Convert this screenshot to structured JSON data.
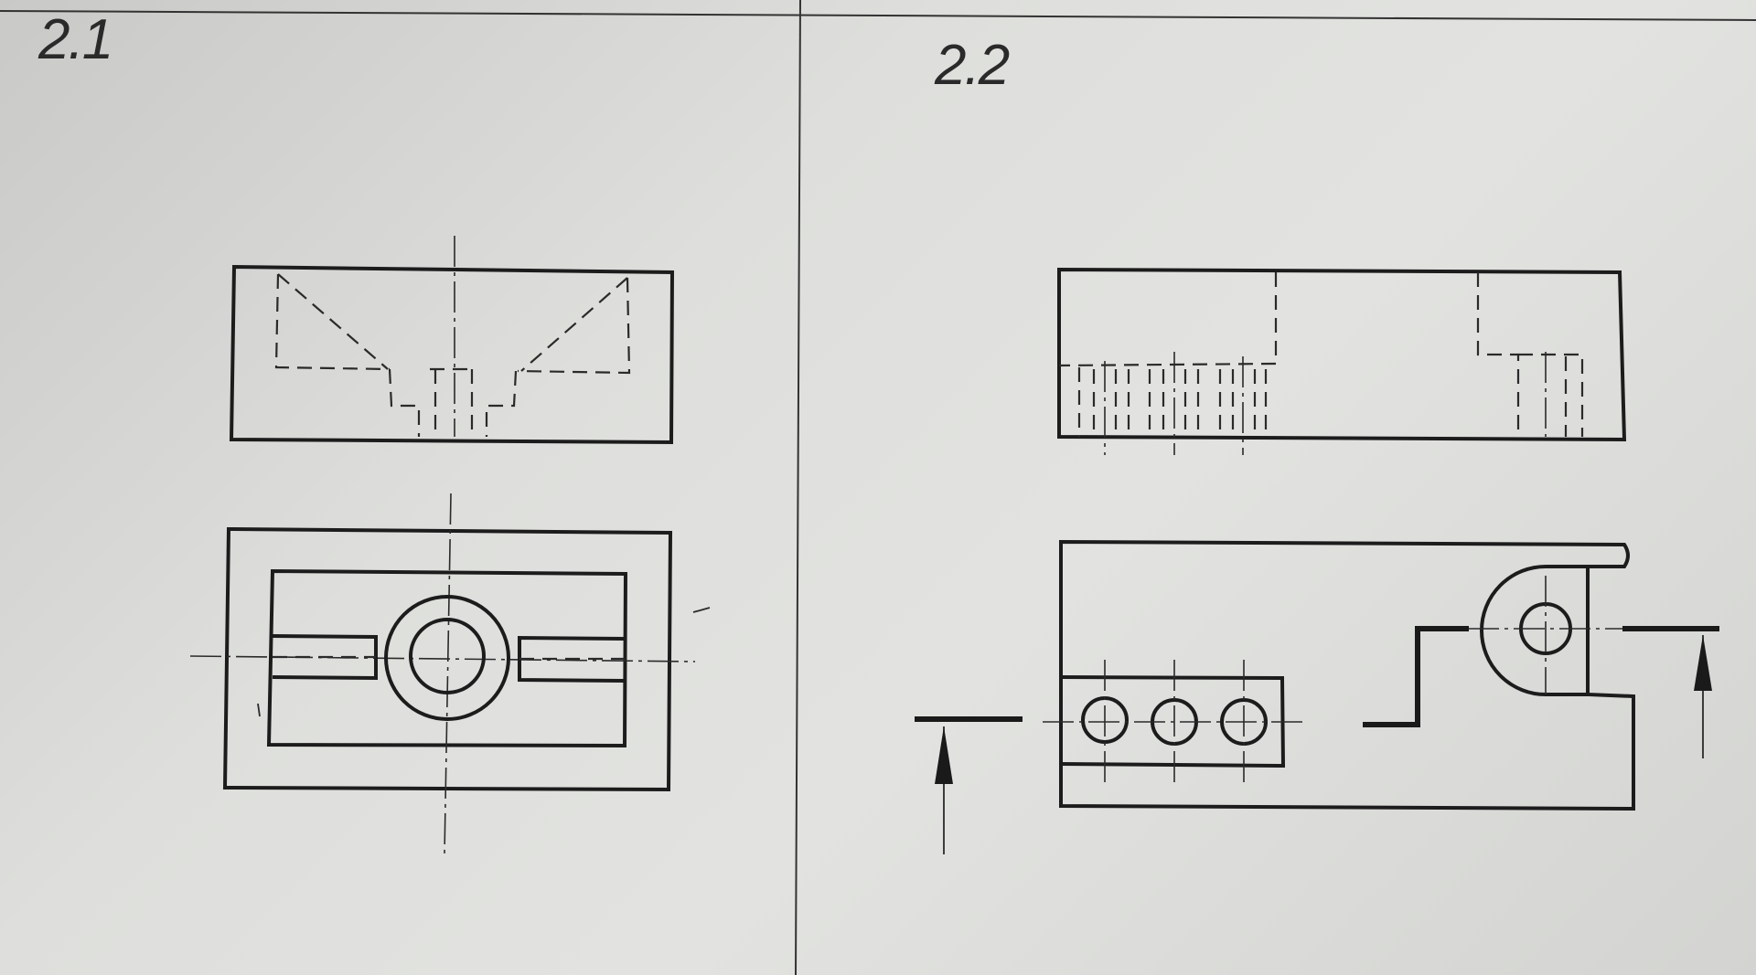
{
  "figures": [
    {
      "id": "2.1",
      "label": "2.1"
    },
    {
      "id": "2.2",
      "label": "2.2"
    }
  ]
}
